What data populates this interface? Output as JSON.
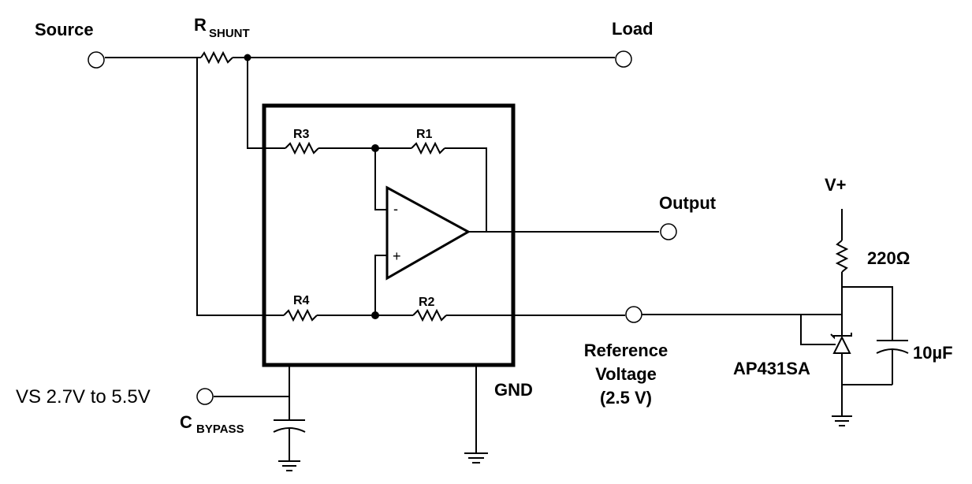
{
  "labels": {
    "source": "Source",
    "rshunt_main": "R",
    "rshunt_sub": "SHUNT",
    "load": "Load",
    "r3": "R3",
    "r1": "R1",
    "r4": "R4",
    "r2": "R2",
    "opamp_minus": "-",
    "opamp_plus": "+",
    "output": "Output",
    "vplus": "V+",
    "res_220": "220Ω",
    "ref_line1": "Reference",
    "ref_line2": "Voltage",
    "ref_line3": "(2.5 V)",
    "ap431": "AP431SA",
    "cap_10u": "10µF",
    "gnd": "GND",
    "vs": "VS 2.7V to 5.5V",
    "cbypass_main": "C",
    "cbypass_sub": "BYPASS"
  }
}
